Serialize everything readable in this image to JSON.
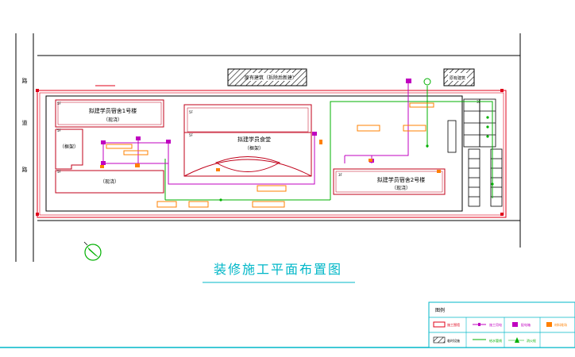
{
  "title": "装修施工平面布置图",
  "buildings": {
    "dorm1": {
      "label": "拟建学员宿舍1号楼",
      "sub": "（现浇）"
    },
    "dorm2": {
      "label": "拟建学员宿舍2号楼",
      "sub": "（现浇）"
    },
    "canteen": {
      "label": "拟建学员食堂",
      "sub": "（框架）"
    },
    "wing_left": {
      "label": "（框架）"
    },
    "wing_bottom": {
      "label": "（现浇）"
    }
  },
  "storey_tags": [
    "5F",
    "5F",
    "5F",
    "5F",
    "5F",
    "3F",
    "3F"
  ],
  "top_hatched_labels": [
    "原有建筑（拆除后新建）",
    "原有建筑"
  ],
  "side_road_chars": [
    "路",
    "道",
    "路"
  ],
  "legend": {
    "heading": "图例",
    "items": [
      "施工围墙",
      "临时设施",
      "施工用电",
      "给水管线",
      "配电箱",
      "消火栓",
      "材料堆场"
    ]
  },
  "colors": {
    "fence": "#e0001a",
    "building": "#c0001a",
    "electric": "#c000c0",
    "water": "#00b000",
    "yard": "#ff8000",
    "outline": "#000000",
    "title": "#00b7c8"
  }
}
